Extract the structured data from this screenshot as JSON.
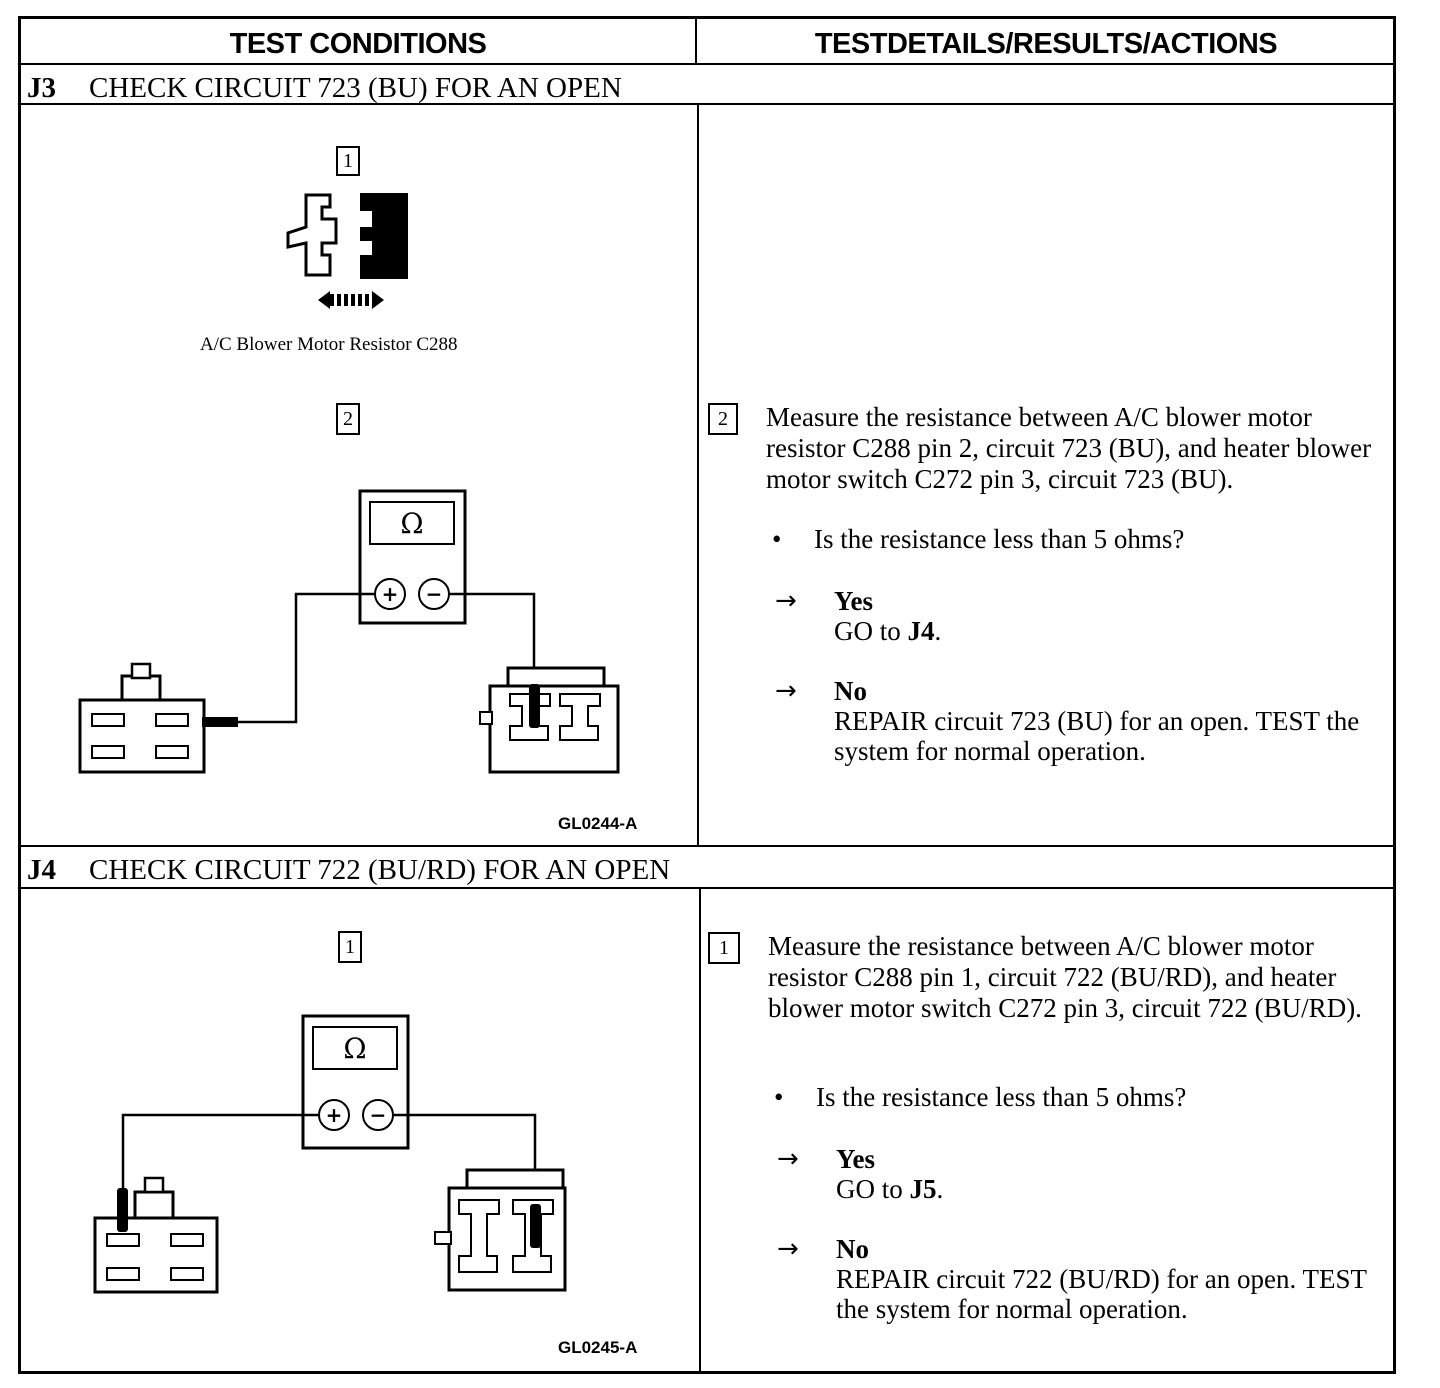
{
  "header": {
    "left": "TEST CONDITIONS",
    "right": "TESTDETAILS/RESULTS/ACTIONS"
  },
  "sections": [
    {
      "id": "J3",
      "title": "CHECK CIRCUIT 723 (BU) FOR AN OPEN",
      "step1_number": "1",
      "step1_caption": "A/C Blower Motor Resistor C288",
      "step2_number": "2",
      "figure_id": "GL0244-A",
      "meter_symbol": "Ω",
      "plus": "+",
      "minus": "−",
      "detail_number": "2",
      "detail_text": "Measure the resistance between A/C blower motor resistor C288 pin 2, circuit 723 (BU), and heater blower motor switch C272 pin 3, circuit 723 (BU).",
      "bullet": "•",
      "question": "Is the resistance less than 5 ohms?",
      "arrow": "→",
      "yes_label": "Yes",
      "yes_action": "GO to",
      "yes_target": "J4",
      "yes_period": ".",
      "no_label": "No",
      "no_action": "REPAIR circuit 723 (BU) for an open. TEST the system for normal operation."
    },
    {
      "id": "J4",
      "title": "CHECK CIRCUIT 722 (BU/RD) FOR AN OPEN",
      "step1_number": "1",
      "figure_id": "GL0245-A",
      "meter_symbol": "Ω",
      "plus": "+",
      "minus": "−",
      "detail_number": "1",
      "detail_text": "Measure the resistance between A/C blower motor resistor C288 pin 1, circuit 722 (BU/RD), and heater blower motor switch C272 pin 3, circuit 722 (BU/RD).",
      "bullet": "•",
      "question": "Is the resistance less than 5 ohms?",
      "arrow": "→",
      "yes_label": "Yes",
      "yes_action": "GO to",
      "yes_target": "J5",
      "yes_period": ".",
      "no_label": "No",
      "no_action": "REPAIR circuit 722 (BU/RD) for an open. TEST the system for normal operation."
    }
  ]
}
